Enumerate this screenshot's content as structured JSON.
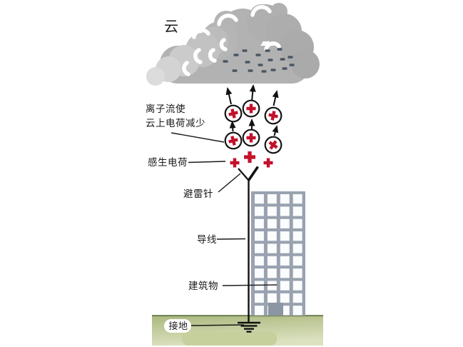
{
  "labels": {
    "cloud": "云",
    "ion_flow": {
      "line1": "离子流使",
      "line2": "云上电荷减少"
    },
    "induced_charge": "感生电荷",
    "lightning_rod": "避雷针",
    "wire": "导线",
    "building": "建筑物",
    "grounding": "接地"
  },
  "charges": {
    "positive_ion_count": 6,
    "induced_positive_count": 3,
    "negative_dash_count": 17,
    "positive_symbol": "+",
    "negative_symbol": "-"
  },
  "colors": {
    "charge_red": "#c3112c",
    "cloud_gray": "#b3b3b3",
    "cloud_light_gray": "#d3d3d3",
    "negative_dash_gray": "#4b5661",
    "building_gray": "#99a2af",
    "door_gray": "#8b95a3",
    "window_white": "#fbfcfd",
    "ground_green_dark": "#a6b478",
    "ground_green_light": "#dce1c0",
    "ink_black": "#111111",
    "background_white": "#ffffff"
  }
}
